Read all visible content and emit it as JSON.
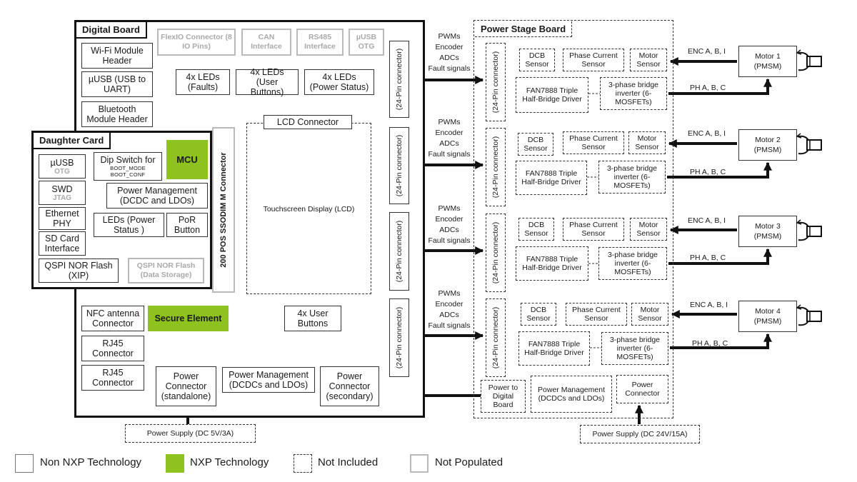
{
  "digital_board": {
    "title": "Digital Board",
    "wifi": "Wi-Fi Module Header",
    "usb_uart": "µUSB (USB to UART)",
    "bluetooth": "Bluetooth Module Header",
    "flexio": "FlexIO Connector (8 IO Pins)",
    "can": "CAN Interface",
    "rs485": "RS485 Interface",
    "usb_otg": "µUSB OTG",
    "leds_faults": "4x LEDs (Faults)",
    "leds_user": "4x LEDs (User Buttons)",
    "leds_power": "4x LEDs (Power Status)",
    "lcd_connector": "LCD Connector",
    "touchscreen": "Touchscreen Display (LCD)",
    "sodimm": "200 POS SSODIM M Connector",
    "nfc": "NFC antenna Connector",
    "secure_element": "Secure Element",
    "user_buttons": "4x User Buttons",
    "rj45_1": "RJ45 Connector",
    "rj45_2": "RJ45 Connector",
    "power_standalone": "Power Connector (standalone)",
    "power_mgmt": "Power Management (DCDCs and LDOs)",
    "power_secondary": "Power Connector (secondary)",
    "pin_connectors": [
      "(24-Pin connector)",
      "(24-Pin connector)",
      "(24-Pin connector)",
      "(24-Pin connector)"
    ]
  },
  "daughter_card": {
    "title": "Daughter Card",
    "usb_line1": "µUSB",
    "usb_line2": "OTG",
    "dip_line1": "Dip Switch for",
    "dip_line2": "BOOT_MODE",
    "dip_line3": "BOOT_CONF",
    "mcu": "MCU",
    "swd_line1": "SWD",
    "swd_line2": "JTAG",
    "power_mgmt": "Power Management (DCDC and LDOs)",
    "ethernet": "Ethernet PHY",
    "leds": "LEDs (Power Status )",
    "por": "PoR Button",
    "sd_card": "SD Card Interface",
    "qspi_xip": "QSPI NOR Flash (XIP)",
    "qspi_data": "QSPI NOR Flash (Data Storage)"
  },
  "signals": {
    "pwm": "PWMs",
    "encoder": "Encoder",
    "adcs": "ADCs",
    "fault": "Fault signals"
  },
  "power_stage": {
    "title": "Power Stage Board",
    "pin_connectors": [
      "(24-Pin connector)",
      "(24-Pin connector)",
      "(24-Pin connector)",
      "(24-Pin connector)"
    ],
    "dcb_sensor": "DCB Sensor",
    "phase_current": "Phase Current Sensor",
    "motor_sensor": "Motor Sensor",
    "driver": "FAN7888 Triple Half-Bridge Driver",
    "inverter": "3-phase bridge inverter (6-MOSFETs)",
    "power_to_digital": "Power to Digital Board",
    "power_mgmt": "Power Management (DCDCs and LDOs)",
    "power_connector": "Power Connector"
  },
  "motors": [
    {
      "name": "Motor 1",
      "type": "(PMSM)"
    },
    {
      "name": "Motor 2",
      "type": "(PMSM)"
    },
    {
      "name": "Motor 3",
      "type": "(PMSM)"
    },
    {
      "name": "Motor 4",
      "type": "(PMSM)"
    }
  ],
  "motor_signals": {
    "enc": "ENC A, B, I",
    "ph": "PH A, B, C"
  },
  "supplies": {
    "left": "Power Supply (DC 5V/3A)",
    "right": "Power Supply (DC 24V/15A)"
  },
  "legend": [
    {
      "label": "Non NXP Technology",
      "style": "solid"
    },
    {
      "label": "NXP Technology",
      "style": "green"
    },
    {
      "label": "Not Included",
      "style": "dashed"
    },
    {
      "label": "Not Populated",
      "style": "gray"
    }
  ],
  "colors": {
    "nxp_green": "#8dc21f",
    "not_populated_gray": "#b9b9b9",
    "line": "#111111"
  }
}
